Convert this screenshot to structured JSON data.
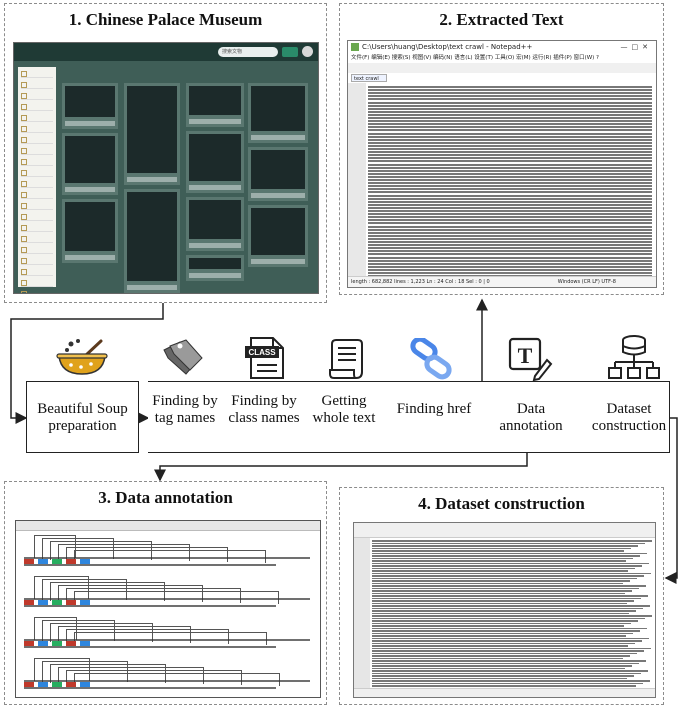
{
  "panels": {
    "museum": {
      "title": "1. Chinese Palace Museum"
    },
    "extracted": {
      "title": "2. Extracted Text"
    },
    "annotation": {
      "title": "3. Data annotation"
    },
    "dataset": {
      "title": "4. Dataset construction"
    }
  },
  "museum_ui": {
    "search_placeholder": "搜索文物"
  },
  "notepad": {
    "window_title": "C:\\Users\\huang\\Desktop\\text crawl - Notepad++",
    "window_controls": "—□✕",
    "menu": "文件(F)  编辑(E)  搜索(S)  视图(V)  编码(N)  语言(L)  设置(T)  工具(O)  宏(M)  运行(R)  插件(P)  窗口(W)  ?",
    "tab": "text crawl",
    "status_left": "length : 682,882    lines : 1,223    Ln : 24    Col : 18    Sel : 0 | 0",
    "status_right": "Windows (CR LF)    UTF-8"
  },
  "pipeline": {
    "stages": [
      {
        "label": "Beautiful Soup preparation",
        "icon": "soup-bowl-icon"
      },
      {
        "label": "Finding by tag names",
        "icon": "tags-icon"
      },
      {
        "label": "Finding by class names",
        "icon": "class-file-icon"
      },
      {
        "label": "Getting whole text",
        "icon": "scroll-icon"
      },
      {
        "label": "Finding href",
        "icon": "chain-link-icon"
      },
      {
        "label": "Data annotation",
        "icon": "text-edit-icon"
      },
      {
        "label": "Dataset construction",
        "icon": "database-tree-icon"
      }
    ],
    "class_icon_text": "CLASS"
  },
  "colors": {
    "museum_bg": "#3f5e57",
    "box_border": "#222222",
    "panel_border": "#8c8c8c",
    "soup_bowl": "#e0a21b",
    "chain_blue": "#4a86e8",
    "annotation_tags": [
      "#c0392b",
      "#2e86de",
      "#27ae60"
    ]
  }
}
